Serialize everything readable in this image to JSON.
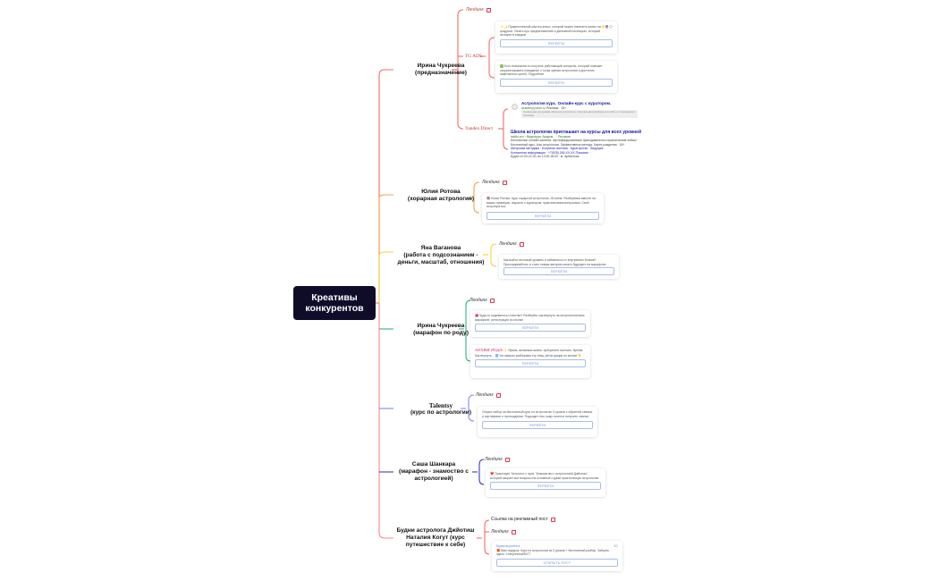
{
  "root": {
    "title": "Креативы конкурентов",
    "color": "#0f0c2a"
  },
  "branches": [
    {
      "title": "Ирина Чукреева",
      "subtitle": "(предназначение)",
      "color": "#f26b6b",
      "leaves": [
        {
          "label": "Лендинг",
          "type": "link"
        },
        {
          "label": "TG ADS",
          "type": "tag",
          "cards": [
            {
              "text": "✨🌙 Правополезный мастер-класс, который может изменить жизнь на 🌟🔮🌕 градусов. Узнать про предназначение и денежный потенциал, который заложен в каждом.",
              "button": "ПЕРЕЙТИ"
            },
            {
              "text": "Есть возможность получить работающий алгоритм, который поможет скорректировать поведение с точки зрения астрологии и достигать намеченных целей. Подробнее",
              "button": "ПЕРЕЙТИ"
            }
          ]
        },
        {
          "label": "Yandex.Direct",
          "type": "tag",
          "ads": [
            {
              "title": "Астрология курс. Онлайн-курс с куратором.",
              "url": "academy.potoh.ru",
              "meta": "Реклама · 18+",
              "desc": "Уникальная программа обучения астрологии, помогающая разобраться в себе и в отношениях с близкими"
            },
            {
              "title": "Школа астрологии приглашает на курсы для всех уровней",
              "url": "talisfo.pro › Видеокурс Академ...",
              "meta": "Реклама",
              "desc": "Бесплатные онлайн-занятия, сертифицированные преподаватели и практические кейсы! · Бесплатный курс, Азы астрологии, Эффективные методы. Карта рождения · 18+",
              "links": "Авторская методика · Бонусная система · Кураторство · Ведущие",
              "contact": "Контактная информация · +7(925) 245-XX-XX Показать ·",
              "hours": "Будни 12:00-21:00, вс 12:00-18:00 · м. Арбатская"
            }
          ]
        }
      ]
    },
    {
      "title": "Юлия Ротова",
      "subtitle": "(хорарная астрология)",
      "color": "#f7a24a",
      "leaves": [
        {
          "label": "Лендинг",
          "type": "link"
        },
        {
          "type": "card",
          "text": "📚 Юлия Ротова. Курс хорарной астрологии. 28 июня. Разберемся вместе на ваших примерах, вырасти с куратором, практическими вопросами. Свой астропрогноз.",
          "button": "ПЕРЕЙТИ"
        }
      ]
    },
    {
      "title": "Яна Ваганова",
      "subtitle": "(работа с подсознанием - деньги, масштаб, отношения)",
      "color": "#f5d13b",
      "leaves": [
        {
          "label": "Лендинг",
          "type": "link"
        },
        {
          "type": "card",
          "text": "Как выйти на новый уровень и избавиться от внутренних блоков? Присоединяйтесь и стать новым автором своего будущего на марафоне.",
          "button": "ПЕРЕЙТИ"
        }
      ]
    },
    {
      "title": "Ирина Чукреева",
      "subtitle": "(марафон по роду)",
      "color": "#2bb582",
      "leaves": [
        {
          "label": "Лендинг",
          "type": "link"
        },
        {
          "type": "card",
          "text": "🌺 Куда-то подевалось отчество? Разберём, как вернуть на астрологическом марафоне, регистрация по кнопке",
          "button": "ПЕРЕЙТИ"
        },
        {
          "type": "card",
          "stamp": "АРХИВ РОДА",
          "text": "✨ Ярким, активным жизнь: прекратите молчать. Время: Как вернуть... 🌀 На эфирах разбираем эту тему, регистрация по кнопке 👇",
          "button": "ПЕРЕЙТИ"
        }
      ]
    },
    {
      "title": "Talentsy",
      "subtitle": "(курс по астрологии)",
      "color": "#7f8cf0",
      "leaves": [
        {
          "label": "Лендинг",
          "type": "link"
        },
        {
          "type": "card",
          "text": "Открыт набор на бесплатный курс по астрологии: 5 уроков с обратной связью и сертификат о прохождении. Подходит тем, кому хочется получить знания.",
          "button": "ПЕРЕЙТИ"
        }
      ]
    },
    {
      "title": "Саша Шанкара",
      "subtitle": "(марафон - знамоство с астрологией)",
      "color": "#3c3fb0",
      "leaves": [
        {
          "label": "Лендинг",
          "type": "link"
        },
        {
          "type": "card",
          "text": "❤️ Практикум \"Астролог с нуля. Знакомство с астрологией Джйотиш\", который закроет все вопросы на основные и даже практическую астрологию",
          "button": "ПЕРЕЙТИ"
        }
      ]
    },
    {
      "title": "Будни астролога Джйотиш",
      "subtitle": "Наталия Когут (курс путешествие к себе)",
      "color": "#f26b6b",
      "leaves": [
        {
          "label": "Ссылка на рекламный пост",
          "type": "link"
        },
        {
          "label": "Лендинг",
          "type": "link"
        },
        {
          "type": "card",
          "channel": "Будни астролога",
          "badge": "AD",
          "text": "🎁 Вам подарок. Курс по астрологии из 5 уроков + бесплатный разбор. Забрать здесь: t.me/joinchat/5477",
          "button": "ОТКРЫТЬ ПОСТ"
        }
      ]
    }
  ]
}
